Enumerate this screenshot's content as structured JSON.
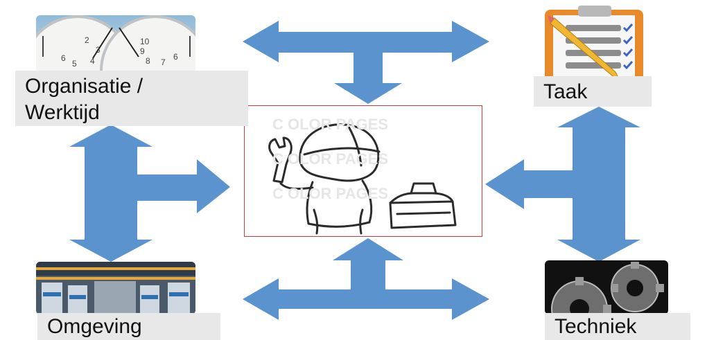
{
  "labels": {
    "organisatie_line1": "Organisatie /",
    "organisatie_line2": "Werktijd",
    "taak": "Taak",
    "omgeving": "Omgeving",
    "techniek": "Techniek"
  },
  "colors": {
    "arrow": "#5b93cf",
    "label_background": "#e8e8e8",
    "center_frame_border": "#d23a3a"
  },
  "images": {
    "top_left": "clocks-photo",
    "top_right": "clipboard-checklist-pencil",
    "center": "worker-with-wrench-and-toolbox-sketch",
    "bottom_left": "warehouse-interior-photo",
    "bottom_right": "gears-photo"
  }
}
